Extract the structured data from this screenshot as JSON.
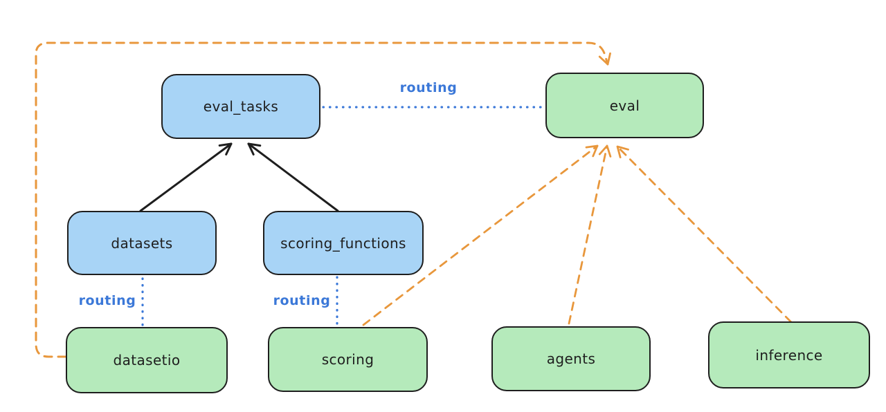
{
  "diagram": {
    "title": "llama-stack eval routing diagram",
    "colors": {
      "background": "#ffffff",
      "api_box_fill": "#a8d4f6",
      "provider_box_fill": "#b5eabb",
      "box_stroke": "#1e1e1e",
      "solid_arrow": "#1e1e1e",
      "routing_blue": "#3b78d8",
      "provider_orange": "#e8973c"
    },
    "nodes": [
      {
        "id": "eval_tasks",
        "label": "eval_tasks",
        "kind": "api"
      },
      {
        "id": "eval",
        "label": "eval",
        "kind": "provider"
      },
      {
        "id": "datasets",
        "label": "datasets",
        "kind": "api"
      },
      {
        "id": "scoring_functions",
        "label": "scoring_functions",
        "kind": "api"
      },
      {
        "id": "datasetio",
        "label": "datasetio",
        "kind": "provider"
      },
      {
        "id": "scoring",
        "label": "scoring",
        "kind": "provider"
      },
      {
        "id": "agents",
        "label": "agents",
        "kind": "provider"
      },
      {
        "id": "inference",
        "label": "inference",
        "kind": "provider"
      }
    ],
    "edge_labels": [
      {
        "id": "routing-top",
        "text": "routing"
      },
      {
        "id": "routing-datasets",
        "text": "routing"
      },
      {
        "id": "routing-scoring",
        "text": "routing"
      }
    ],
    "edges": [
      {
        "from": "datasets",
        "to": "eval_tasks",
        "style": "solid-black-arrow"
      },
      {
        "from": "scoring_functions",
        "to": "eval_tasks",
        "style": "solid-black-arrow"
      },
      {
        "from": "eval_tasks",
        "to": "eval",
        "style": "dotted-blue",
        "label": "routing"
      },
      {
        "from": "datasets",
        "to": "datasetio",
        "style": "dotted-blue",
        "label": "routing"
      },
      {
        "from": "scoring_functions",
        "to": "scoring",
        "style": "dotted-blue",
        "label": "routing"
      },
      {
        "from": "datasetio",
        "to": "eval",
        "style": "dashed-orange-arrow",
        "route": "around-left-and-top"
      },
      {
        "from": "scoring",
        "to": "eval",
        "style": "dashed-orange-arrow"
      },
      {
        "from": "agents",
        "to": "eval",
        "style": "dashed-orange-arrow"
      },
      {
        "from": "inference",
        "to": "eval",
        "style": "dashed-orange-arrow"
      }
    ]
  }
}
